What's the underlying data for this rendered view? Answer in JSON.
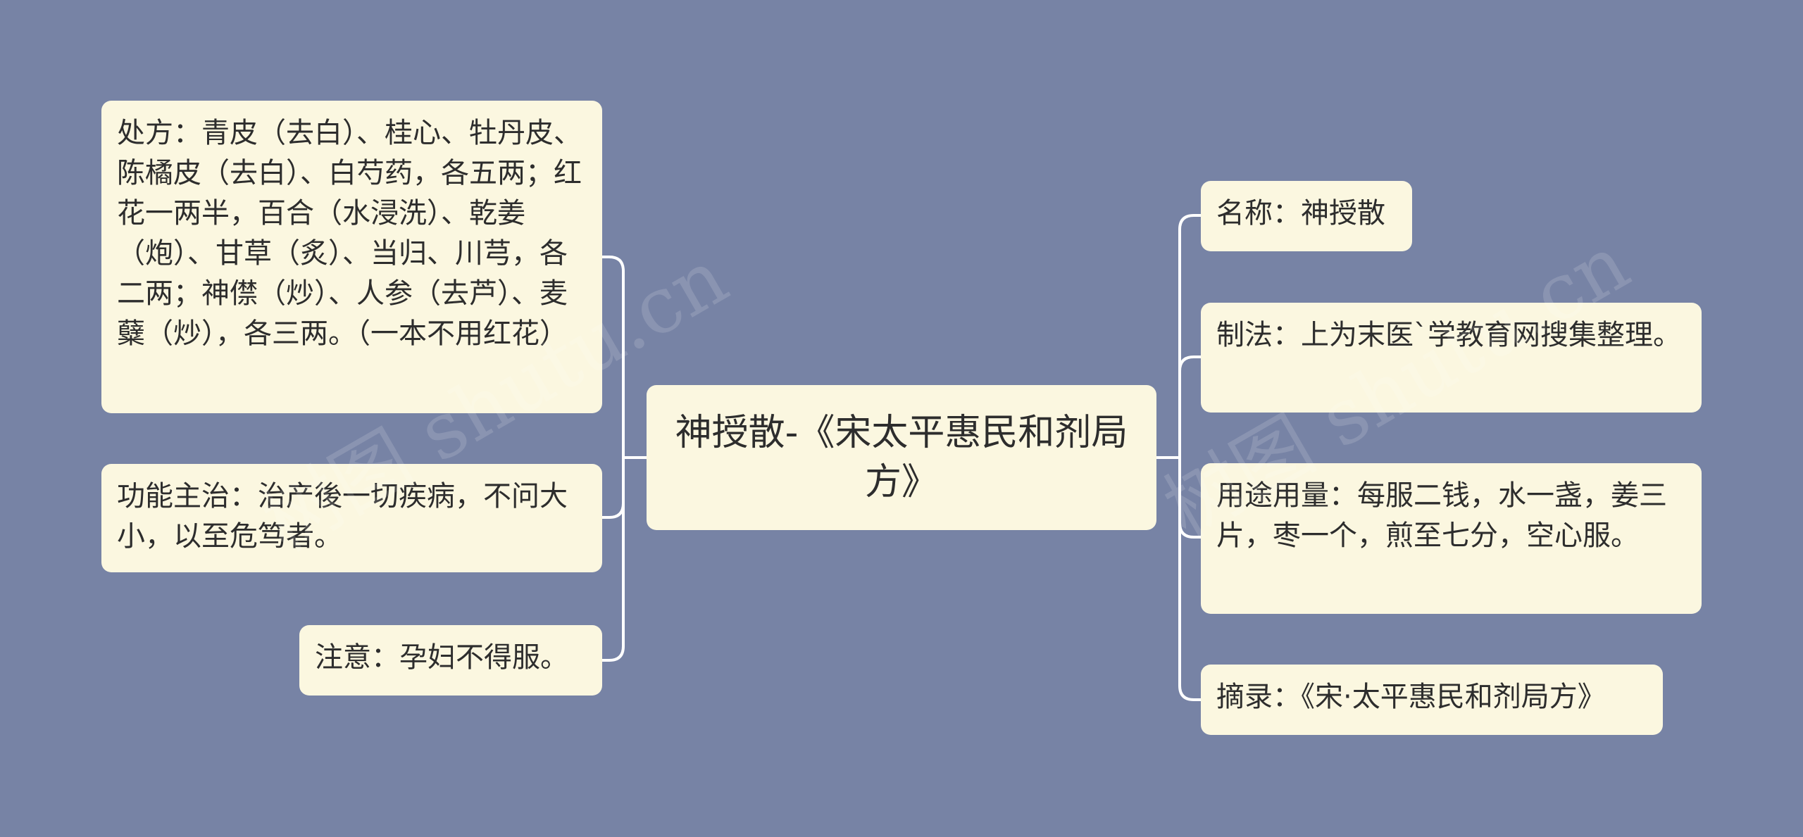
{
  "center": "神授散-《宋太平惠民和剂局方》",
  "left": [
    "处方：青皮（去白）、桂心、牡丹皮、陈橘皮（去白）、白芍药，各五两；红花一两半，百合（水浸洗）、乾姜（炮）、甘草（炙）、当归、川芎，各二两；神僸（炒）、人参（去芦）、麦糵（炒），各三两。（一本不用红花）",
    "功能主治：治产後一切疾病，不问大小，以至危笃者。",
    "注意：孕妇不得服。"
  ],
  "right": [
    "名称：神授散",
    "制法：上为末医`学教育网搜集整理。",
    "用途用量：每服二钱，水一盏，姜三片，枣一个，煎至七分，空心服。",
    "摘录：《宋·太平惠民和剂局方》"
  ],
  "watermarks": [
    "树图 shutu.cn",
    "树图 shutu.cn"
  ],
  "colors": {
    "background": "#7783a5",
    "node": "#fbf7e0",
    "line": "#ffffff"
  }
}
